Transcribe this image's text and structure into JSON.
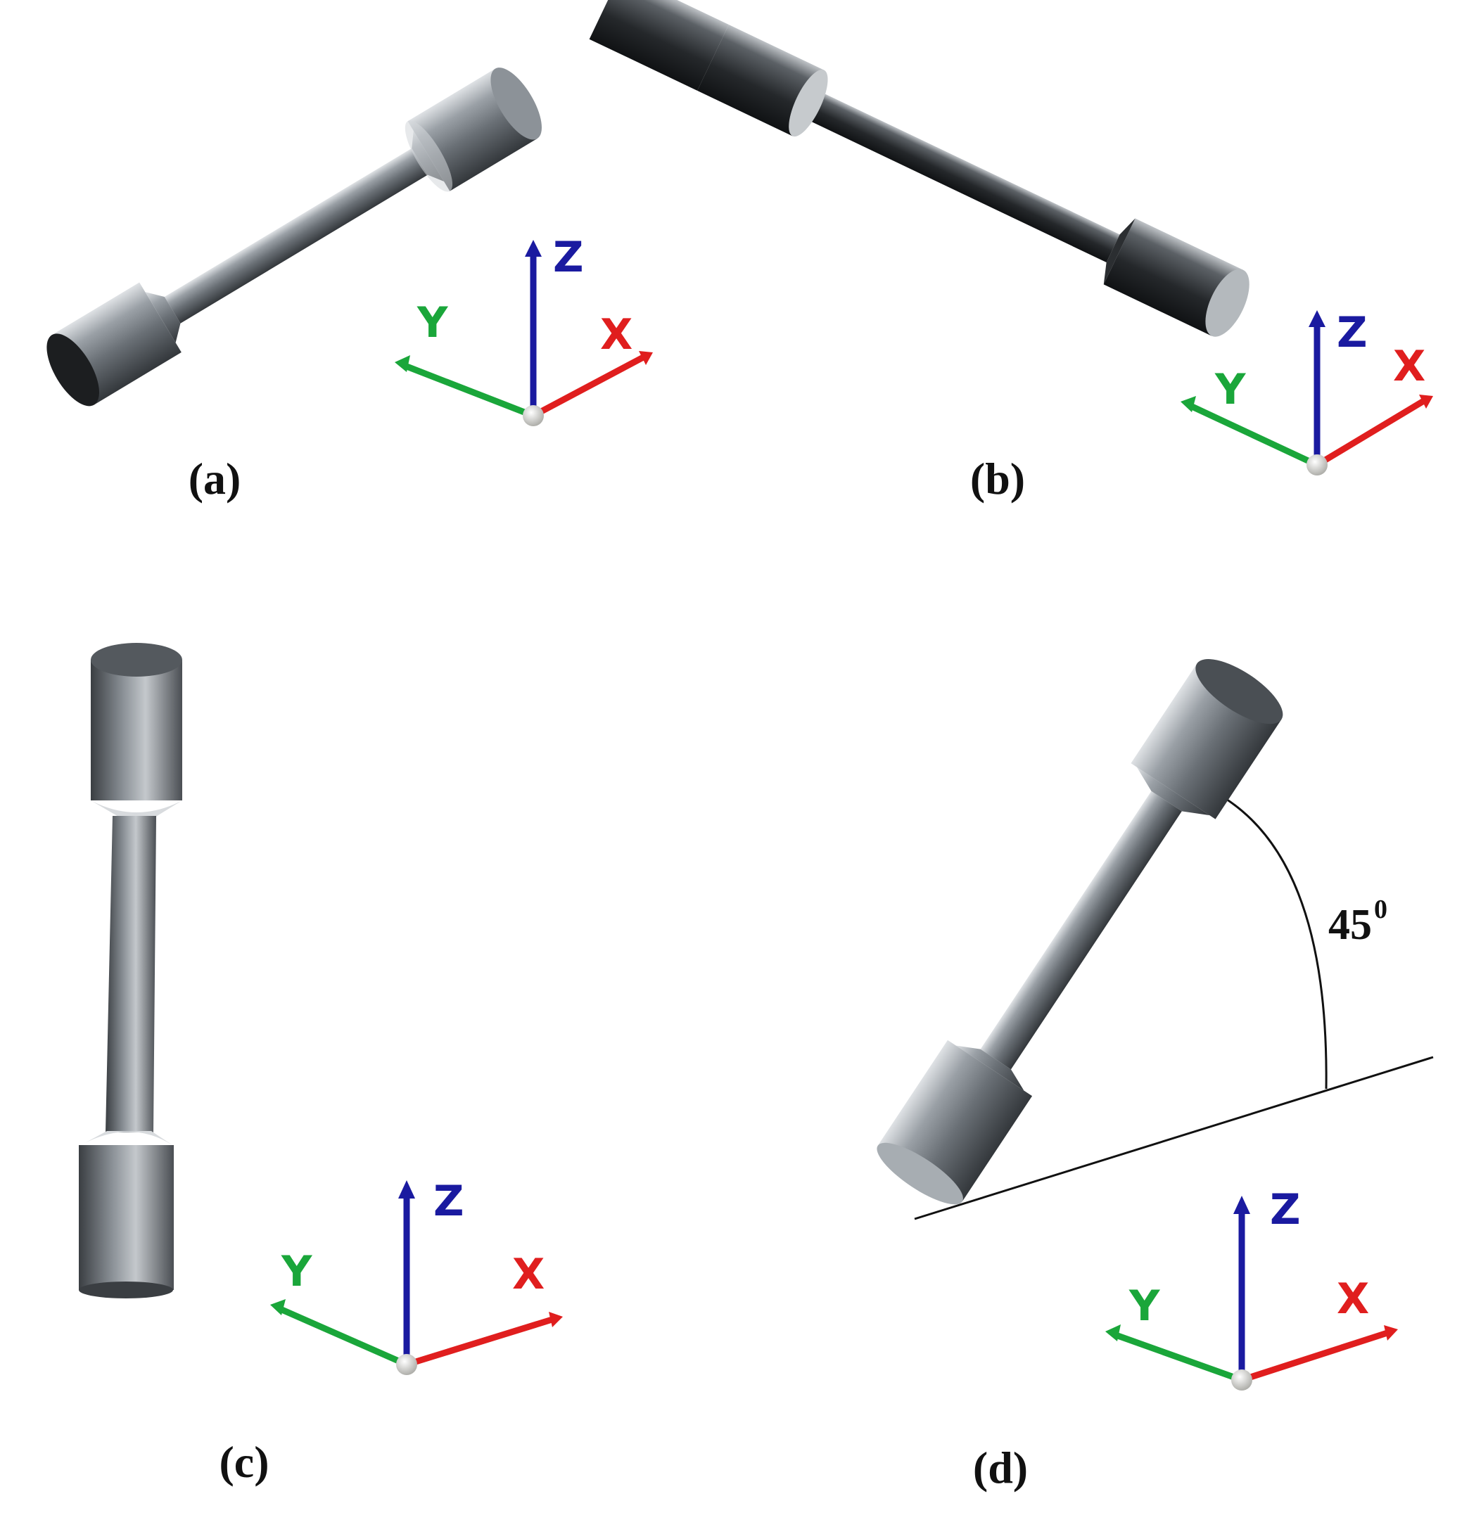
{
  "panels": [
    {
      "id": "a",
      "label": "(a)"
    },
    {
      "id": "b",
      "label": "(b)"
    },
    {
      "id": "c",
      "label": "(c)"
    },
    {
      "id": "d",
      "label": "(d)"
    }
  ],
  "axes": {
    "x": "X",
    "y": "Y",
    "z": "Z"
  },
  "angle": {
    "value": "45",
    "unit": "0"
  },
  "colors": {
    "x_axis": "#e01e1e",
    "y_axis": "#1aa63a",
    "z_axis": "#1a1aa0",
    "specimen_dark": "#3c4045",
    "specimen_mid": "#7d8389",
    "specimen_light": "#c9cdd1",
    "origin": "#d8d8d4"
  }
}
